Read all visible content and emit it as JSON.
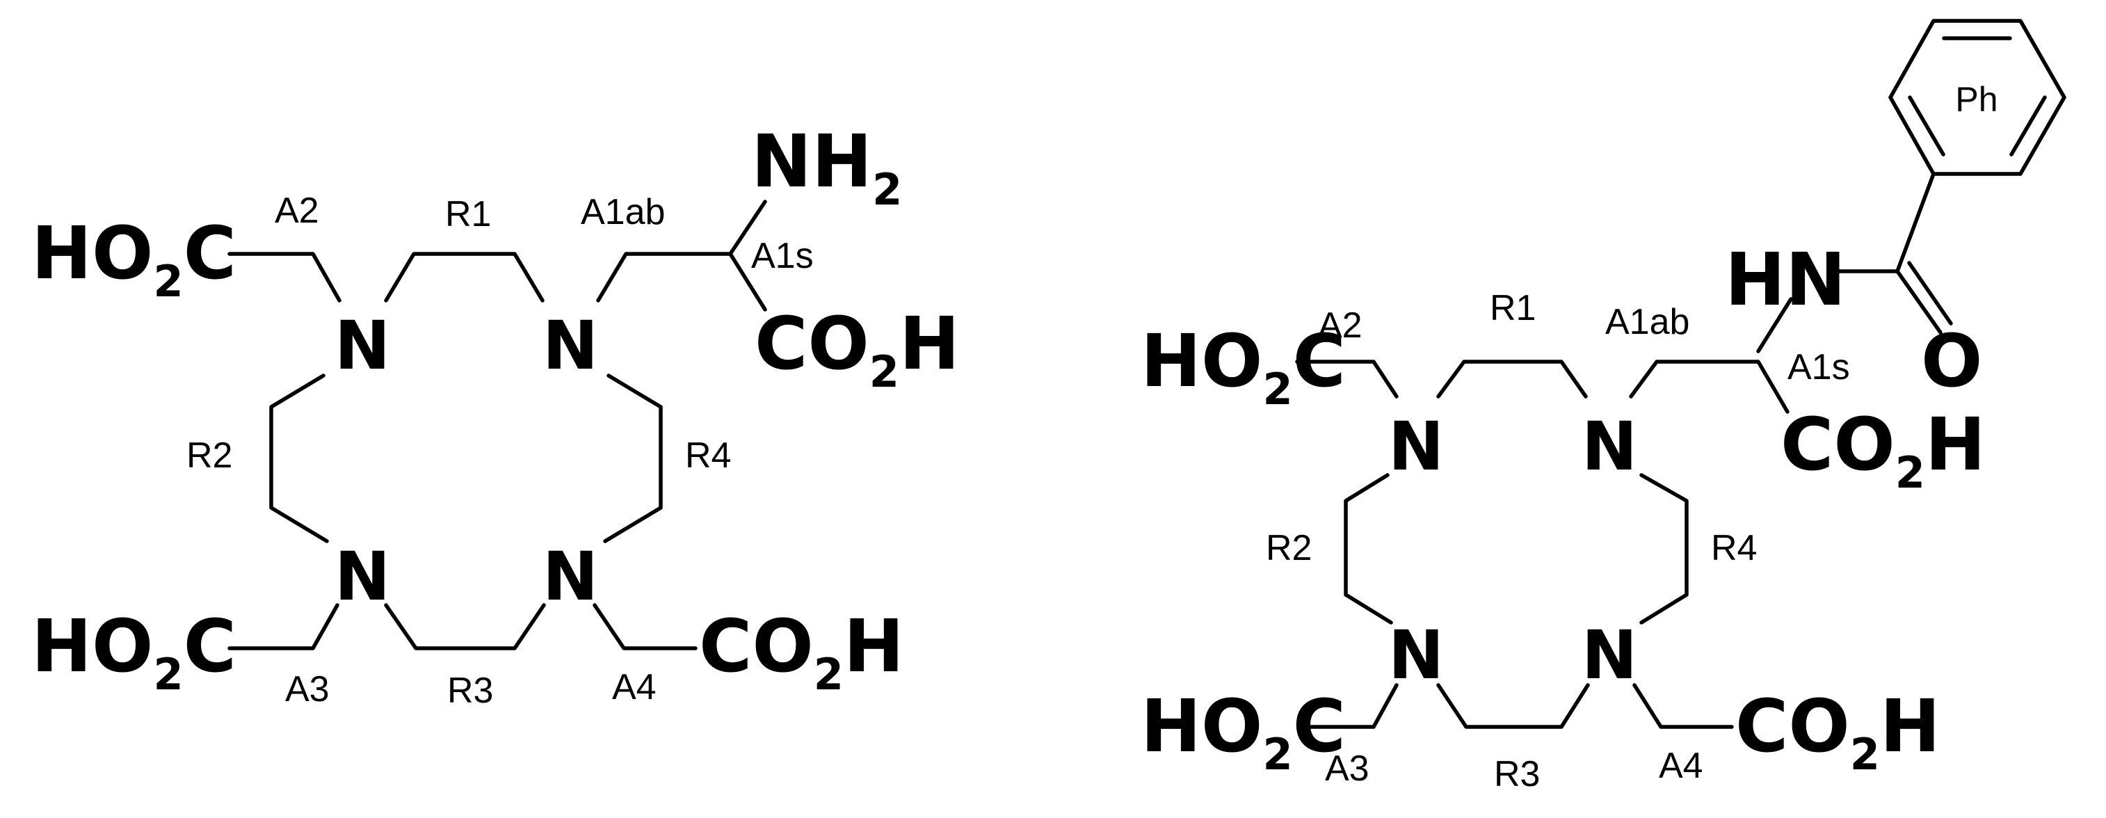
{
  "left_molecule": {
    "groups": {
      "nh2": {
        "main": "NH",
        "sub": "2"
      },
      "co2h_top": {
        "pre": "CO",
        "sub": "2",
        "post": "H"
      },
      "co2h_bottom": {
        "pre": "CO",
        "sub": "2",
        "post": "H"
      },
      "ho2c_top": {
        "pre": "HO",
        "sub": "2",
        "post": "C"
      },
      "ho2c_bottom": {
        "pre": "HO",
        "sub": "2",
        "post": "C"
      }
    },
    "nitrogens": [
      "N",
      "N",
      "N",
      "N"
    ],
    "labels": {
      "r1": "R1",
      "r2": "R2",
      "r3": "R3",
      "r4": "R4",
      "a1ab": "A1ab",
      "a1s": "A1s",
      "a2": "A2",
      "a3": "A3",
      "a4": "A4"
    }
  },
  "right_molecule": {
    "groups": {
      "hn": "HN",
      "o": "O",
      "ph": "Ph",
      "co2h_top": {
        "pre": "CO",
        "sub": "2",
        "post": "H"
      },
      "co2h_bottom": {
        "pre": "CO",
        "sub": "2",
        "post": "H"
      },
      "ho2c_top": {
        "pre": "HO",
        "sub": "2",
        "post": "C"
      },
      "ho2c_bottom": {
        "pre": "HO",
        "sub": "2",
        "post": "C"
      }
    },
    "nitrogens": [
      "N",
      "N",
      "N",
      "N"
    ],
    "labels": {
      "r1": "R1",
      "r2": "R2",
      "r3": "R3",
      "r4": "R4",
      "a1ab": "A1ab",
      "a1s": "A1s",
      "a2": "A2",
      "a3": "A3",
      "a4": "A4"
    }
  }
}
